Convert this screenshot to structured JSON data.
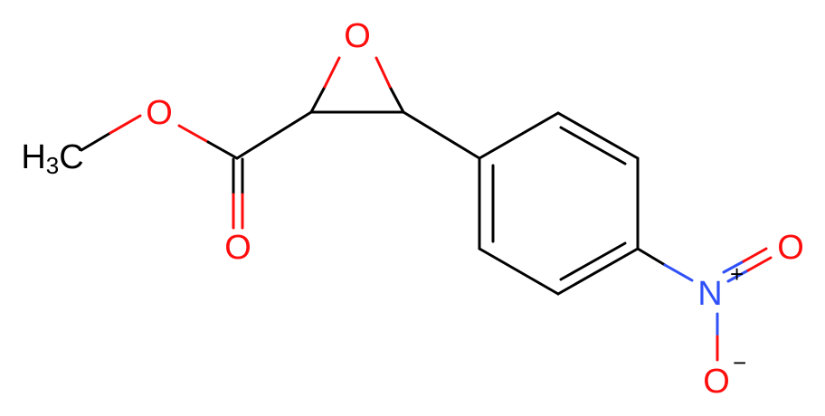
{
  "molecule": {
    "atoms": {
      "methyl": {
        "main": "H",
        "subscript": "3",
        "tail": "C"
      },
      "ester_o": "O",
      "carbonyl_o": "O",
      "epoxide_o": "O",
      "nitro_n": "N",
      "nitro_n_charge": "+",
      "nitro_o_double": "O",
      "nitro_o_single": "O",
      "nitro_o_single_charge": "−"
    }
  },
  "colors": {
    "carbon": "#000000",
    "oxygen": "#ff0d0d",
    "nitrogen": "#3050f8",
    "background": "#ffffff"
  }
}
